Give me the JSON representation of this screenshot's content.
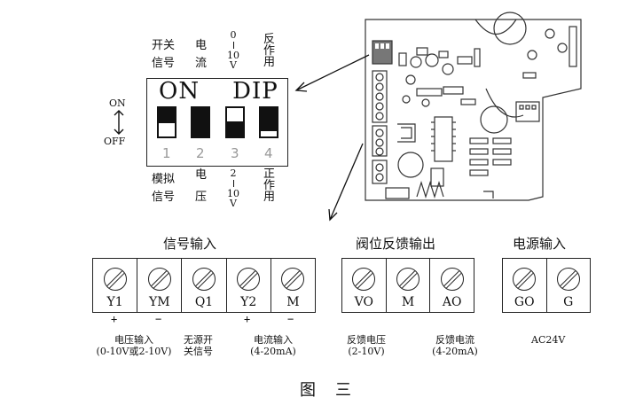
{
  "dip": {
    "header": "ON    DIP",
    "on_label": "ON",
    "off_label": "OFF",
    "top_labels": [
      {
        "l1": "开关",
        "l2": "信号"
      },
      {
        "l1": "电",
        "l2": "流"
      },
      {
        "l1": "0",
        "l2": "10",
        "l3": "V"
      },
      {
        "l1": "反",
        "l2": "作",
        "l3": "用"
      }
    ],
    "bottom_labels": [
      {
        "l1": "模拟",
        "l2": "信号"
      },
      {
        "l1": "电",
        "l2": "压"
      },
      {
        "l1": "2",
        "l2": "10",
        "l3": "V"
      },
      {
        "l1": "正",
        "l2": "作",
        "l3": "用"
      }
    ],
    "numbers": [
      "1",
      "2",
      "3",
      "4"
    ]
  },
  "sections": {
    "signal_input": "信号输入",
    "valve_feedback": "阀位反馈输出",
    "power_input": "电源输入"
  },
  "terminals": {
    "signal": [
      "Y1",
      "YM",
      "Q1",
      "Y2",
      "M"
    ],
    "feedback": [
      "VO",
      "M",
      "AO"
    ],
    "power": [
      "GO",
      "G"
    ]
  },
  "signs": {
    "y1": "+",
    "ym": "−",
    "y2": "+",
    "m": "−"
  },
  "notes": {
    "voltage_input_1": "电压输入",
    "voltage_input_2": "(0-10V或2-10V)",
    "passive_switch_1": "无源开",
    "passive_switch_2": "关信号",
    "current_input_1": "电流输入",
    "current_input_2": "(4-20mA)",
    "fb_voltage_1": "反馈电压",
    "fb_voltage_2": "(2-10V)",
    "fb_current_1": "反馈电流",
    "fb_current_2": "(4-20mA)",
    "ac": "AC24V"
  },
  "figure_caption": "图三"
}
